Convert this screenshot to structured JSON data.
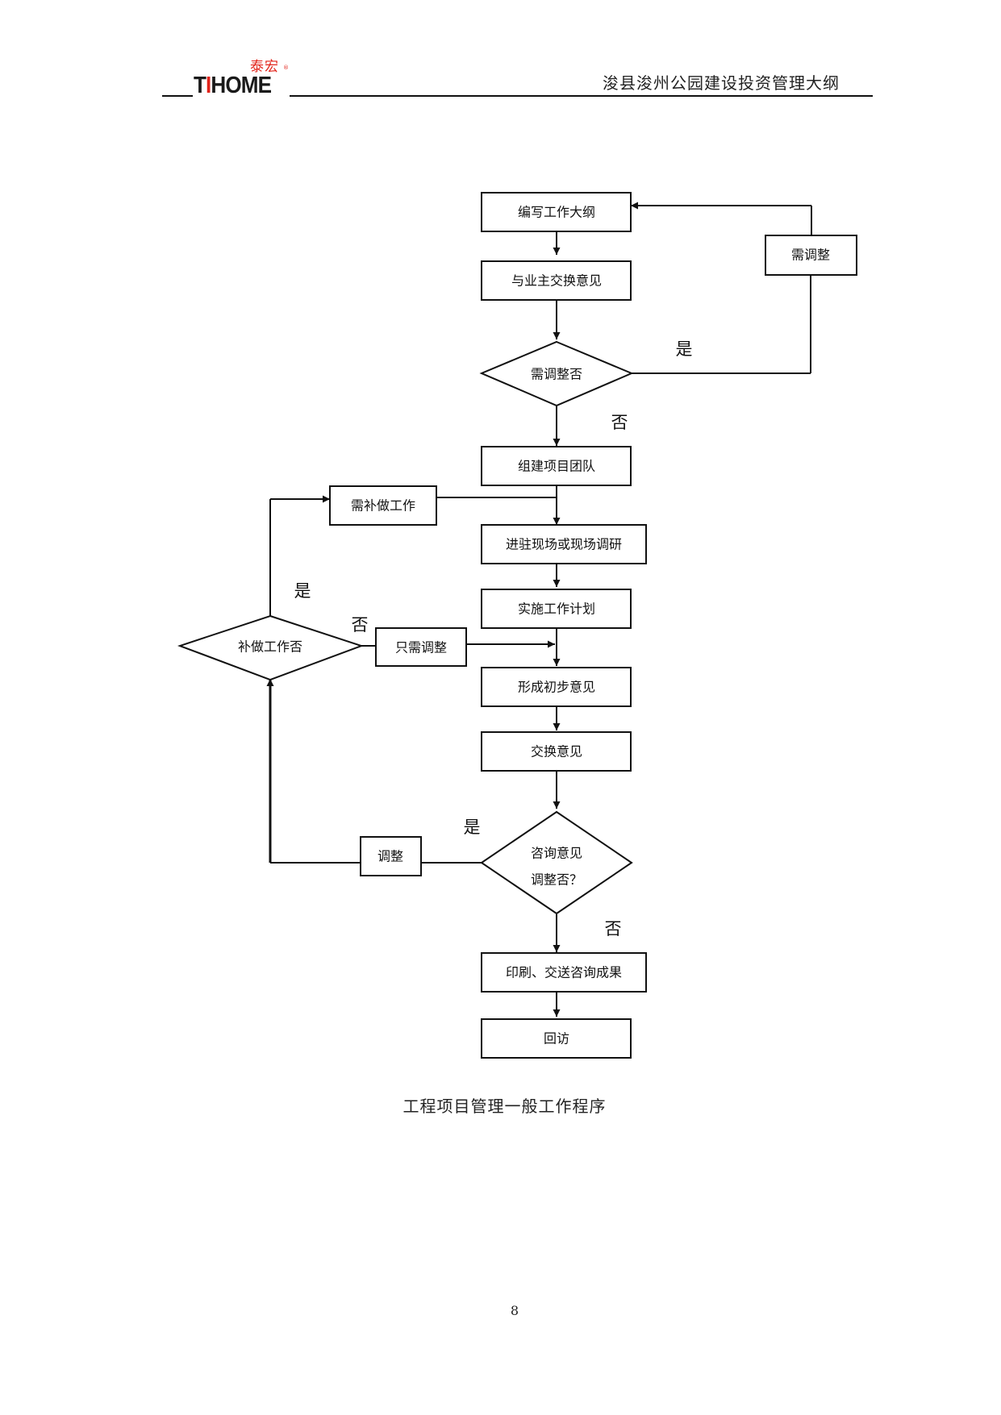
{
  "header": {
    "logo_cn": "泰宏",
    "logo_reg": "®",
    "logo_en_prefix": "T",
    "logo_en_accent": "I",
    "logo_en_suffix": "HOME",
    "title": "浚县浚州公园建设投资管理大纲"
  },
  "flowchart": {
    "nodes": {
      "write_outline": "编写工作大纲",
      "exchange_with_owner": "与业主交换意见",
      "need_adjust_q": "需调整否",
      "need_adjust": "需调整",
      "form_team": "组建项目团队",
      "need_supplement": "需补做工作",
      "site_research": "进驻现场或现场调研",
      "implement_plan": "实施工作计划",
      "supplement_q": "补做工作否",
      "only_adjust": "只需调整",
      "preliminary_opinion": "形成初步意见",
      "exchange_opinion": "交换意见",
      "consult_q_line1": "咨询意见",
      "consult_q_line2": "调整否？",
      "adjust": "调整",
      "print_deliver": "印刷、交送咨询成果",
      "revisit": "回访"
    },
    "edge_labels": {
      "yes_top": "是",
      "no_top": "否",
      "yes_left": "是",
      "no_left": "否",
      "yes_consult": "是",
      "no_consult": "否"
    }
  },
  "caption": "工程项目管理一般工作程序",
  "page_number": "8"
}
